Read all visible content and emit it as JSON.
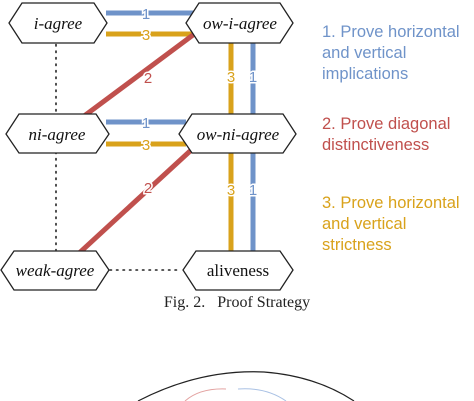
{
  "colors": {
    "blue": "#6f93c9",
    "red": "#c0504d",
    "gold": "#d9a21b",
    "node_stroke": "#222222",
    "dotted": "#222222"
  },
  "nodes": {
    "i_agree": "i-agree",
    "ow_i_agree": "ow-i-agree",
    "ni_agree": "ni-agree",
    "ow_ni_agree": "ow-ni-agree",
    "weak_agree": "weak-agree",
    "aliveness": "aliveness"
  },
  "edge_labels": {
    "top_blue": "1",
    "top_gold": "3",
    "upper_diag": "2",
    "upper_vert_gold": "3",
    "upper_vert_blue": "1",
    "mid_blue": "1",
    "mid_gold": "3",
    "lower_diag": "2",
    "lower_vert_gold": "3",
    "lower_vert_blue": "1"
  },
  "legend": {
    "item1_line1": "1. Prove horizontal",
    "item1_line2": "and vertical",
    "item1_line3": "implications",
    "item2_line1": "2. Prove diagonal",
    "item2_line2": "distinctiveness",
    "item3_line1": "3. Prove horizontal",
    "item3_line2": "and vertical",
    "item3_line3": "strictness"
  },
  "caption": "Fig. 2.   Proof Strategy"
}
